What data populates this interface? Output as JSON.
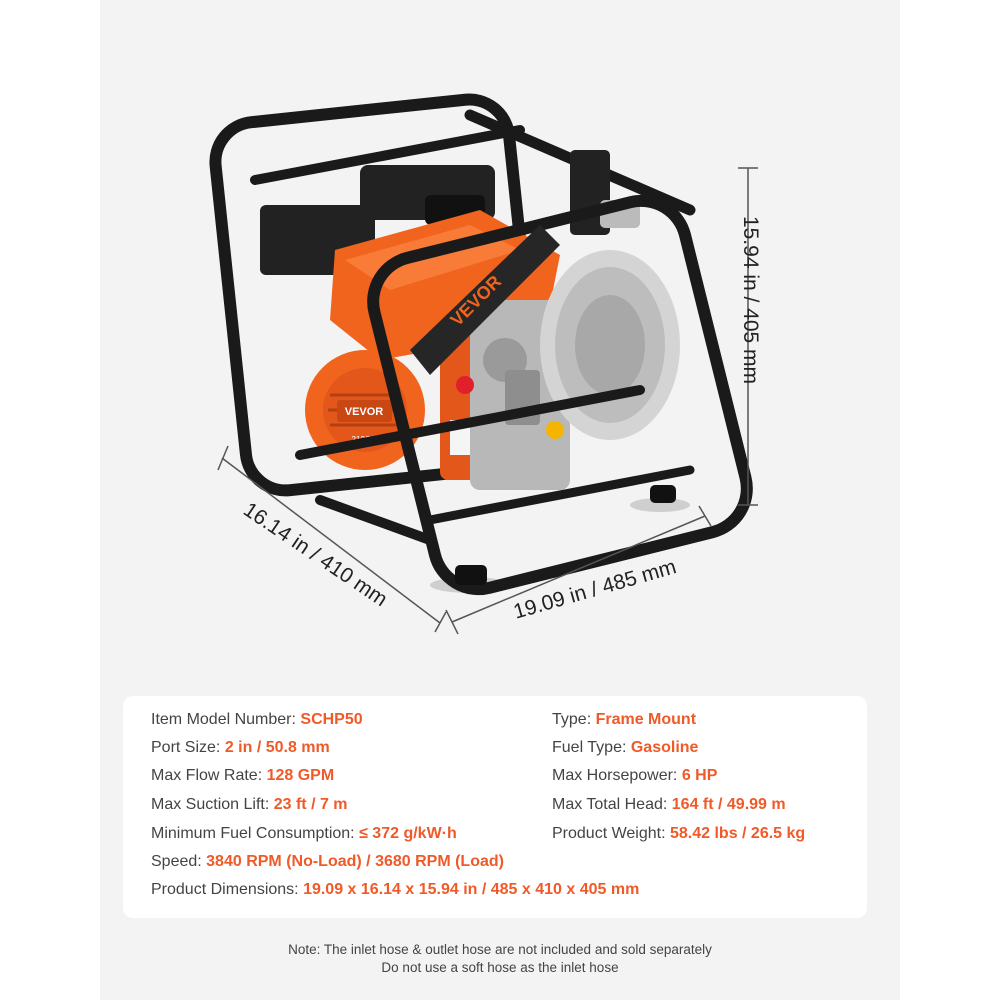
{
  "illustration": {
    "brand": "VEVOR",
    "engine_label": "212CC",
    "dimension_height": "15.94 in / 405 mm",
    "dimension_width": "19.09 in / 485 mm",
    "dimension_depth": "16.14 in / 410 mm"
  },
  "specs": {
    "left": [
      {
        "label": "Item Model Number: ",
        "value": "SCHP50"
      },
      {
        "label": "Port Size: ",
        "value": "2 in / 50.8 mm"
      },
      {
        "label": "Max Flow Rate: ",
        "value": "128 GPM"
      },
      {
        "label": "Max Suction Lift: ",
        "value": "23 ft / 7 m"
      },
      {
        "label": "Minimum Fuel Consumption: ",
        "value": "≤ 372 g/kW·h"
      },
      {
        "label": "Speed: ",
        "value": "3840 RPM  (No-Load) / 3680 RPM  (Load)"
      },
      {
        "label": "Product Dimensions: ",
        "value": "19.09 x 16.14 x 15.94 in / 485 x 410 x 405 mm"
      }
    ],
    "right": [
      {
        "label": "Type: ",
        "value": "Frame Mount"
      },
      {
        "label": "Fuel Type: ",
        "value": "Gasoline"
      },
      {
        "label": "Max Horsepower: ",
        "value": "6 HP"
      },
      {
        "label": "Max Total Head: ",
        "value": "164 ft / 49.99 m"
      },
      {
        "label": "Product Weight: ",
        "value": "58.42 lbs / 26.5 kg"
      }
    ]
  },
  "notes": {
    "line1": "Note: The inlet hose & outlet hose are not included and sold separately",
    "line2": "Do not use a soft hose as the inlet hose"
  },
  "colors": {
    "accent": "#f05a28",
    "pump_orange": "#f0641e",
    "frame": "#1a1a1a",
    "panel_bg": "#f3f3f3"
  }
}
